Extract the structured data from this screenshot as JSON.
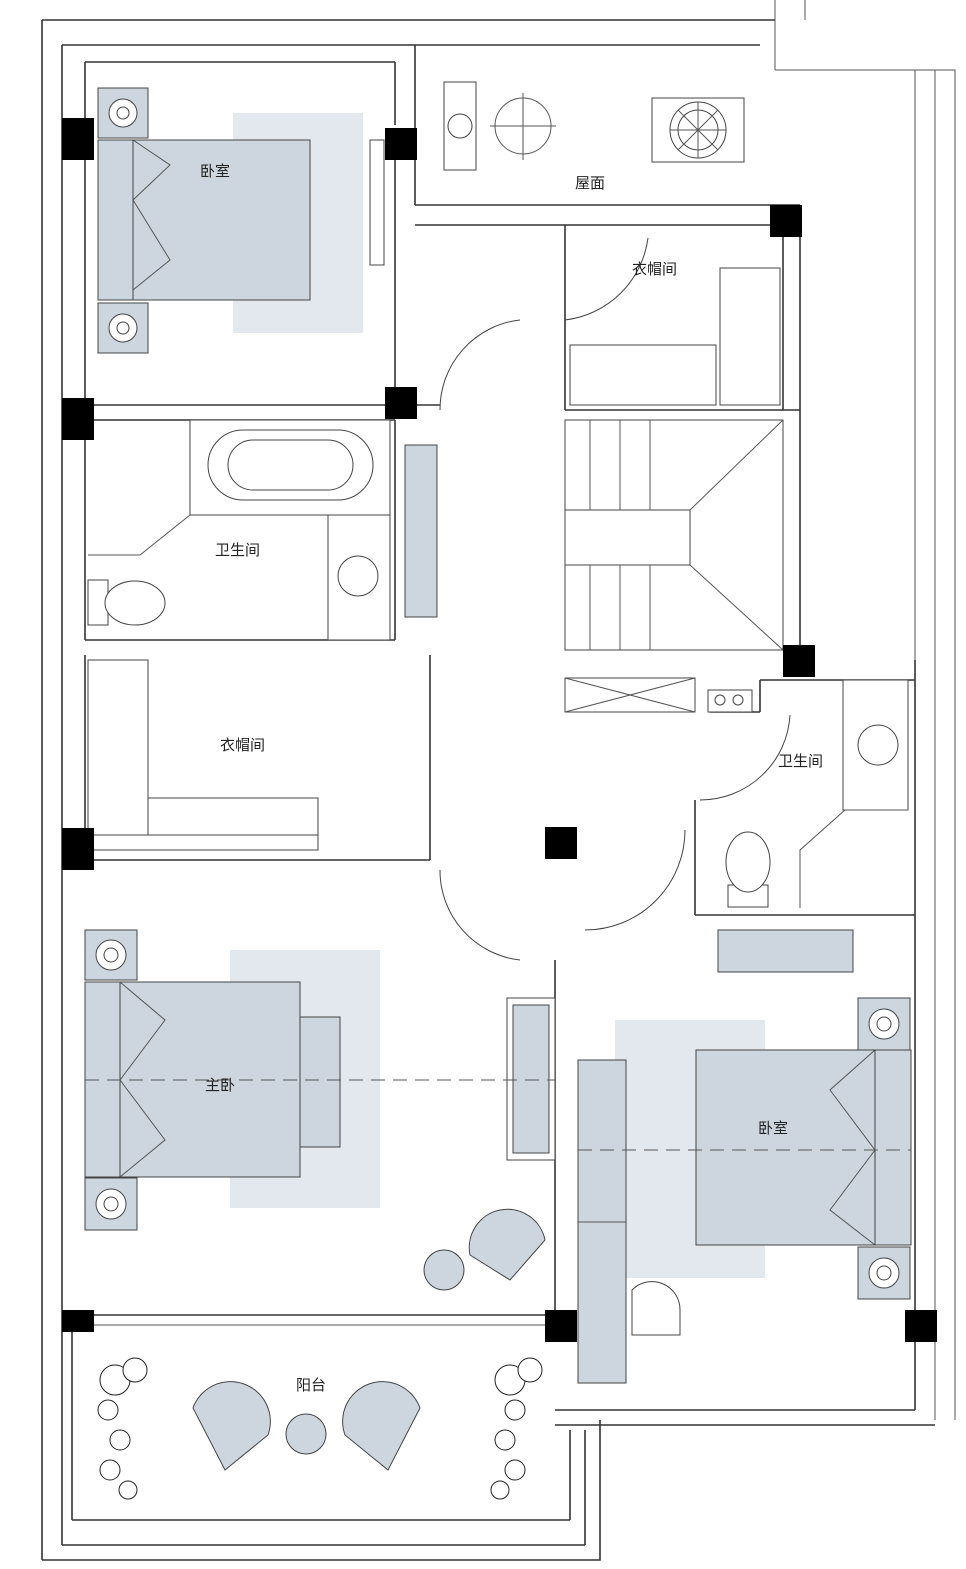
{
  "rooms": {
    "bedroom_top": "卧室",
    "roof": "屋面",
    "closet_top": "衣帽间",
    "bathroom_left": "卫生间",
    "closet_left": "衣帽间",
    "bathroom_right": "卫生间",
    "master_bedroom": "主卧",
    "bedroom_right": "卧室",
    "balcony": "阳台"
  }
}
